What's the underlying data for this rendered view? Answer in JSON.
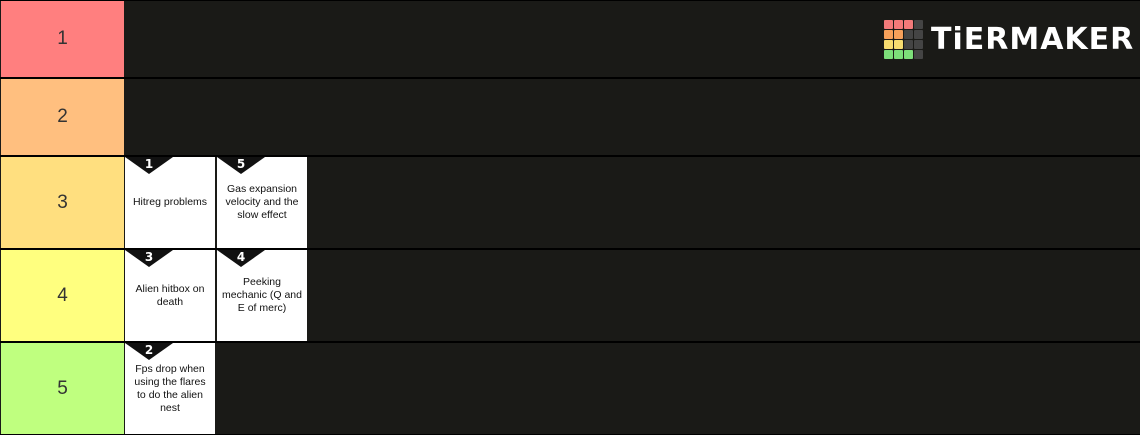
{
  "app": {
    "logo_text": "TiERMAKER"
  },
  "colors": {
    "row_background": "#1a1a17",
    "card_background": "#ffffff",
    "badge": "#111111",
    "logo_grid": [
      "#f27a7a",
      "#f27a7a",
      "#f27a7a",
      "#444444",
      "#f6a05a",
      "#f6a05a",
      "#444444",
      "#444444",
      "#f7dc6f",
      "#f7dc6f",
      "#444444",
      "#444444",
      "#7ddf7a",
      "#7ddf7a",
      "#7ddf7a",
      "#444444"
    ]
  },
  "tiers": [
    {
      "label": "1",
      "color": "#ff7f7f",
      "items": []
    },
    {
      "label": "2",
      "color": "#ffbf7f",
      "items": []
    },
    {
      "label": "3",
      "color": "#ffdf7f",
      "items": [
        {
          "rank": "1",
          "text": "Hitreg problems"
        },
        {
          "rank": "5",
          "text": "Gas expansion velocity and the slow effect"
        }
      ]
    },
    {
      "label": "4",
      "color": "#ffff7f",
      "items": [
        {
          "rank": "3",
          "text": "Alien hitbox on death"
        },
        {
          "rank": "4",
          "text": "Peeking mechanic (Q and E of merc)"
        }
      ]
    },
    {
      "label": "5",
      "color": "#bfff7f",
      "items": [
        {
          "rank": "2",
          "text": "Fps drop when using the flares to do the alien nest"
        }
      ]
    }
  ]
}
